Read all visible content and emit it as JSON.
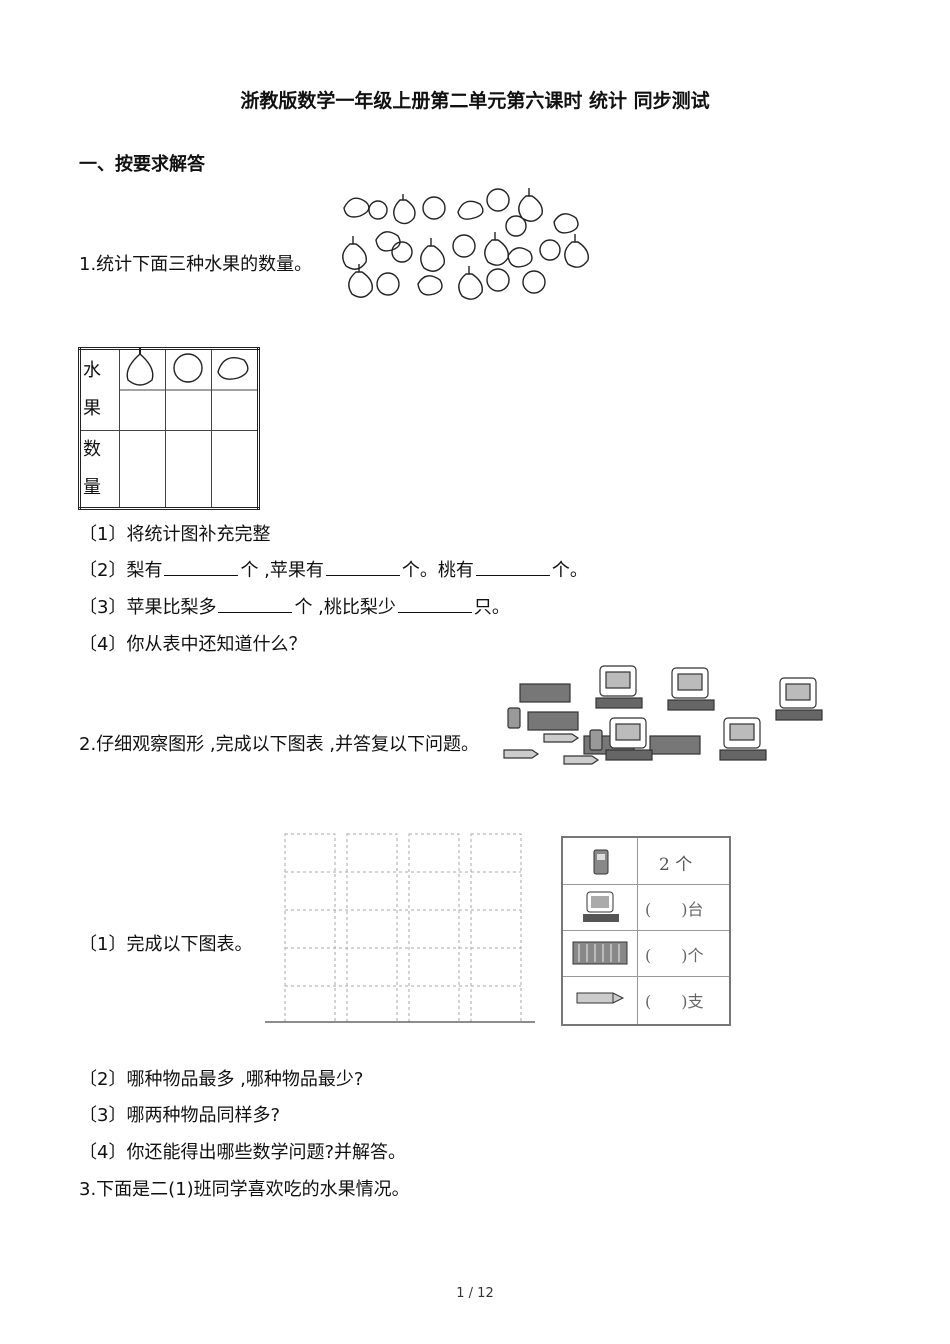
{
  "title": "浙教版数学一年级上册第二单元第六课时 统计 同步测试",
  "section1": "一、按要求解答",
  "q1": {
    "prompt": "1.统计下面三种水果的数量。",
    "table": {
      "row1_header": [
        "水",
        "果"
      ],
      "row2_header": [
        "数",
        "量"
      ],
      "fruit_icons": [
        "pear-icon",
        "apple-icon",
        "peach-icon"
      ]
    },
    "sub1": "〔1〕将统计图补充完整",
    "sub2": {
      "a": "〔2〕梨有",
      "b": "个 ,苹果有",
      "c": "个。桃有",
      "d": "个。"
    },
    "sub3": {
      "a": "〔3〕苹果比梨多",
      "b": "个 ,桃比梨少",
      "c": "只。"
    },
    "sub4": "〔4〕你从表中还知道什么？"
  },
  "q2": {
    "prompt": "2.仔细观察图形 ,完成以下图表 ,并答复以下问题。",
    "sub1": "〔1〕完成以下图表。",
    "count_table": [
      {
        "icon": "phone-icon",
        "value": "2 个"
      },
      {
        "icon": "computer-icon",
        "open": "(",
        "close": ")台"
      },
      {
        "icon": "abacus-icon",
        "open": "(",
        "close": ")个"
      },
      {
        "icon": "pencil-icon",
        "open": "(",
        "close": ")支"
      }
    ],
    "sub2": "〔2〕哪种物品最多 ,哪种物品最少?",
    "sub3": "〔3〕哪两种物品同样多?",
    "sub4": "〔4〕你还能得出哪些数学问题?并解答。"
  },
  "q3": {
    "prompt": "3.下面是二(1)班同学喜欢吃的水果情况。"
  },
  "footer": "1 / 12"
}
